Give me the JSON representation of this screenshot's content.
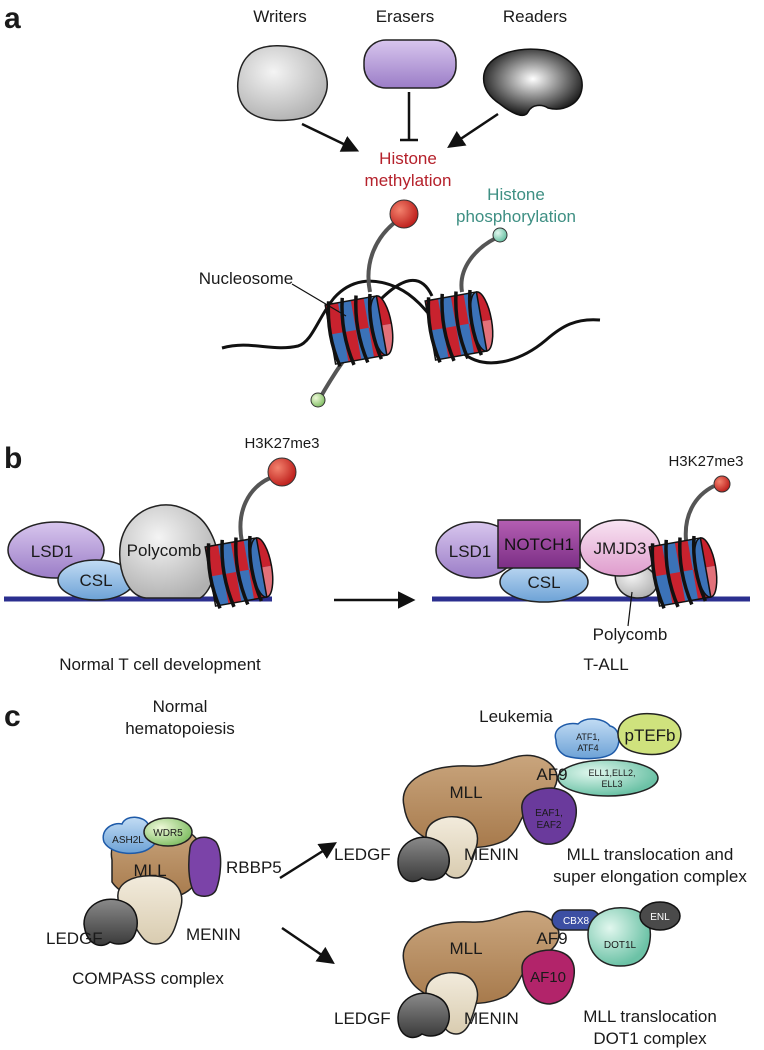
{
  "panels": {
    "a": "a",
    "b": "b",
    "c": "c"
  },
  "colors": {
    "histone_red": "#c8222e",
    "histone_blue": "#3b72b8",
    "dna_blue": "#2b2f8f",
    "methyl_label": "#b5212b",
    "phospho_label": "#3e8f83",
    "mll_tan": "#b58a5e",
    "menin_beige": "#e6dcc6"
  },
  "a": {
    "writers": "Writers",
    "erasers": "Erasers",
    "readers": "Readers",
    "methyl_line1": "Histone",
    "methyl_line2": "methylation",
    "phospho_line1": "Histone",
    "phospho_line2": "phosphorylation",
    "nucleosome": "Nucleosome"
  },
  "b": {
    "mark_left": "H3K27me3",
    "mark_right": "H3K27me3",
    "lsd1": "LSD1",
    "csl": "CSL",
    "polycomb": "Polycomb",
    "notch1": "NOTCH1",
    "jmjd3": "JMJD3",
    "caption_left": "Normal T cell development",
    "caption_right": "T-ALL"
  },
  "c": {
    "normal_line1": "Normal",
    "normal_line2": "hematopoiesis",
    "leukemia": "Leukemia",
    "compass": {
      "ash2l": "ASH2L",
      "wdr5": "WDR5",
      "rbbp5": "RBBP5",
      "mll": "MLL",
      "ledgf": "LEDGF",
      "menin": "MENIN",
      "caption": "COMPASS complex"
    },
    "sec": {
      "atf_line1": "ATF1,",
      "atf_line2": "ATF4",
      "ptefb": "pTEFb",
      "af9": "AF9",
      "ell_line1": "ELL1,ELL2,",
      "ell_line2": "ELL3",
      "mll": "MLL",
      "eaf_line1": "EAF1,",
      "eaf_line2": "EAF2",
      "ledgf": "LEDGF",
      "menin": "MENIN",
      "caption_line1": "MLL translocation and",
      "caption_line2": "super elongation complex"
    },
    "dot1": {
      "cbx8": "CBX8",
      "enl": "ENL",
      "af9": "AF9",
      "dot1l": "DOT1L",
      "mll": "MLL",
      "af10": "AF10",
      "ledgf": "LEDGF",
      "menin": "MENIN",
      "caption_line1": "MLL translocation",
      "caption_line2": "DOT1 complex"
    }
  }
}
